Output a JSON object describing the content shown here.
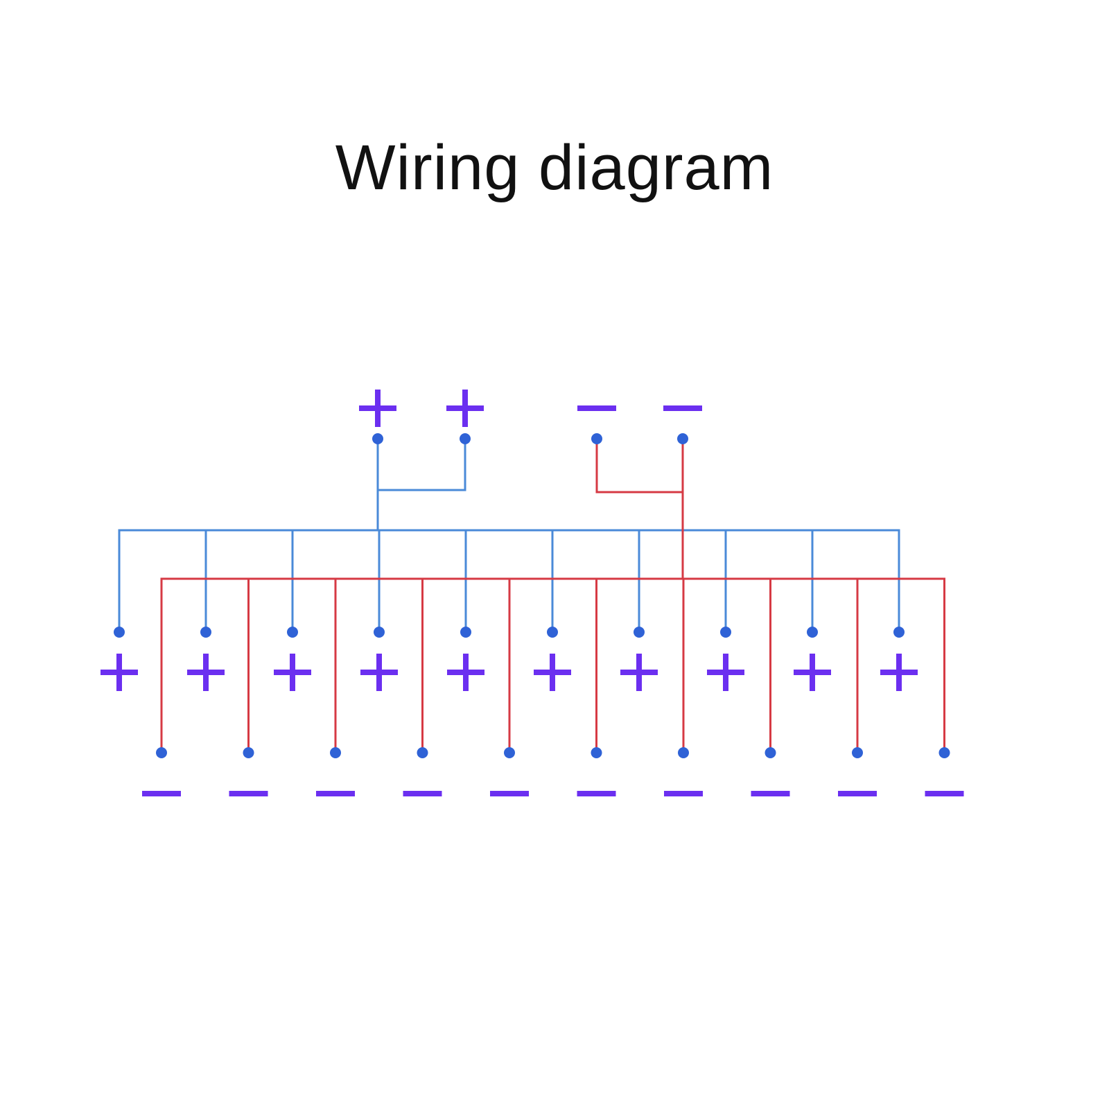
{
  "title": "Wiring diagram",
  "colors": {
    "positive_wire": "#4a8ad8",
    "negative_wire": "#d63a44",
    "terminal_dot": "#2f62d6",
    "polarity_symbol": "#6b2ff0"
  },
  "symbols": {
    "positive": "+",
    "negative": "—"
  },
  "input_terminals": {
    "positive_count": 2,
    "negative_count": 2
  },
  "output_terminals": {
    "positive_count": 10,
    "negative_count": 10
  }
}
